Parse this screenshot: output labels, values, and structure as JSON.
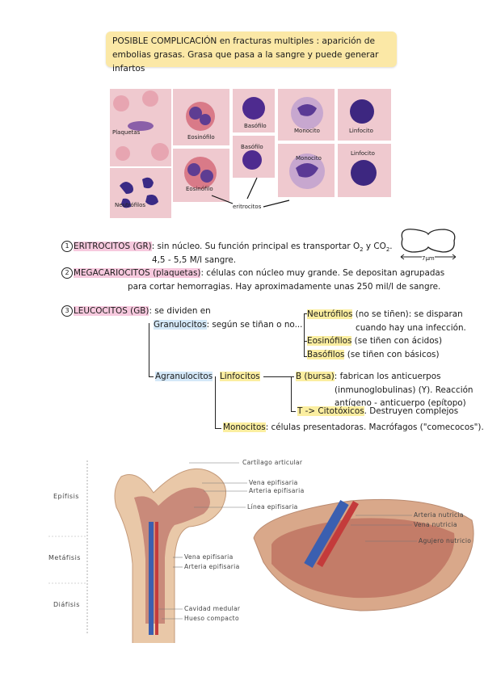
{
  "note": {
    "line1": "POSIBLE COMPLICACIÓN en fracturas multiples : aparición de",
    "line2": "embolias grasas. Grasa que pasa a la sangre y puede generar infartos"
  },
  "cells": {
    "plaquetas": "Plaquetas",
    "eosinofilo1": "Eosinófilo",
    "basofilo1": "Basófilo",
    "basofilo2": "Basófilo",
    "monocito1": "Monocito",
    "monocito2": "Monocito",
    "linfocito1": "Linfocito",
    "linfocito2": "Linfocito",
    "eosinofilo2": "Eosinófilo",
    "neutrofilos": "Neutrófilos",
    "eritrocitos": "eritrocitos"
  },
  "erit": {
    "num": "1",
    "title": "ERITROCITOS (GR)",
    "rest": ": sin núcleo. Su función principal es transportar O",
    "sub1": "2",
    "y": " y CO",
    "sub2": "2",
    "end": ".",
    "line2": "4,5 - 5,5 M/l sangre.",
    "size": "7µm"
  },
  "mega": {
    "num": "2",
    "title": "MEGACARIOCITOS (plaquetas)",
    "rest": ": células con núcleo muy grande. Se depositan agrupadas",
    "line2": "para cortar hemorragias. Hay aproximadamente unas 250 mil/l de sangre."
  },
  "leuco": {
    "num": "3",
    "title": "LEUCOCITOS (GB)",
    "rest": ": se dividen en",
    "granulocitos": "Granulocitos",
    "gran_rest": ": según se tiñan o no...",
    "neutro": "Neutrófilos",
    "neutro_rest": " (no se tiñen): se disparan",
    "neutro_l2": "cuando hay una infección.",
    "eosino": "Eosinófilos",
    "eosino_rest": " (se tiñen con ácidos)",
    "baso": "Basófilos",
    "baso_rest": " (se tiñen con básicos)",
    "agranulocitos": "Agranulocitos",
    "linfocitos": "Linfocitos",
    "b_label": "B (bursa)",
    "b_rest": ": fabrican los anticuerpos",
    "b_l2": "(inmunoglobulinas) (Y). Reacción",
    "b_l3": "antígeno - anticuerpo (epítopo)",
    "t_pre": "T -> ",
    "t_label": "Citotóxicos",
    "t_rest": ". Destruyen complejos",
    "monocitos": "Monocitos",
    "mono_rest": ": células presentadoras. Macrófagos (\"comecocos\")."
  },
  "bone": {
    "regions": [
      "Epífisis",
      "Metáfisis",
      "Diáfisis"
    ],
    "labels": [
      "Cartílago articular",
      "Vena epifisaria",
      "Arteria epifisaria",
      "Línea epifisaria",
      "Vena epifisaria",
      "Arteria epifisaria",
      "Cavidad medular",
      "Hueso compacto"
    ],
    "right_labels": [
      "Arteria nutricia",
      "Vena nutricia",
      "Agujero nutricio"
    ]
  }
}
